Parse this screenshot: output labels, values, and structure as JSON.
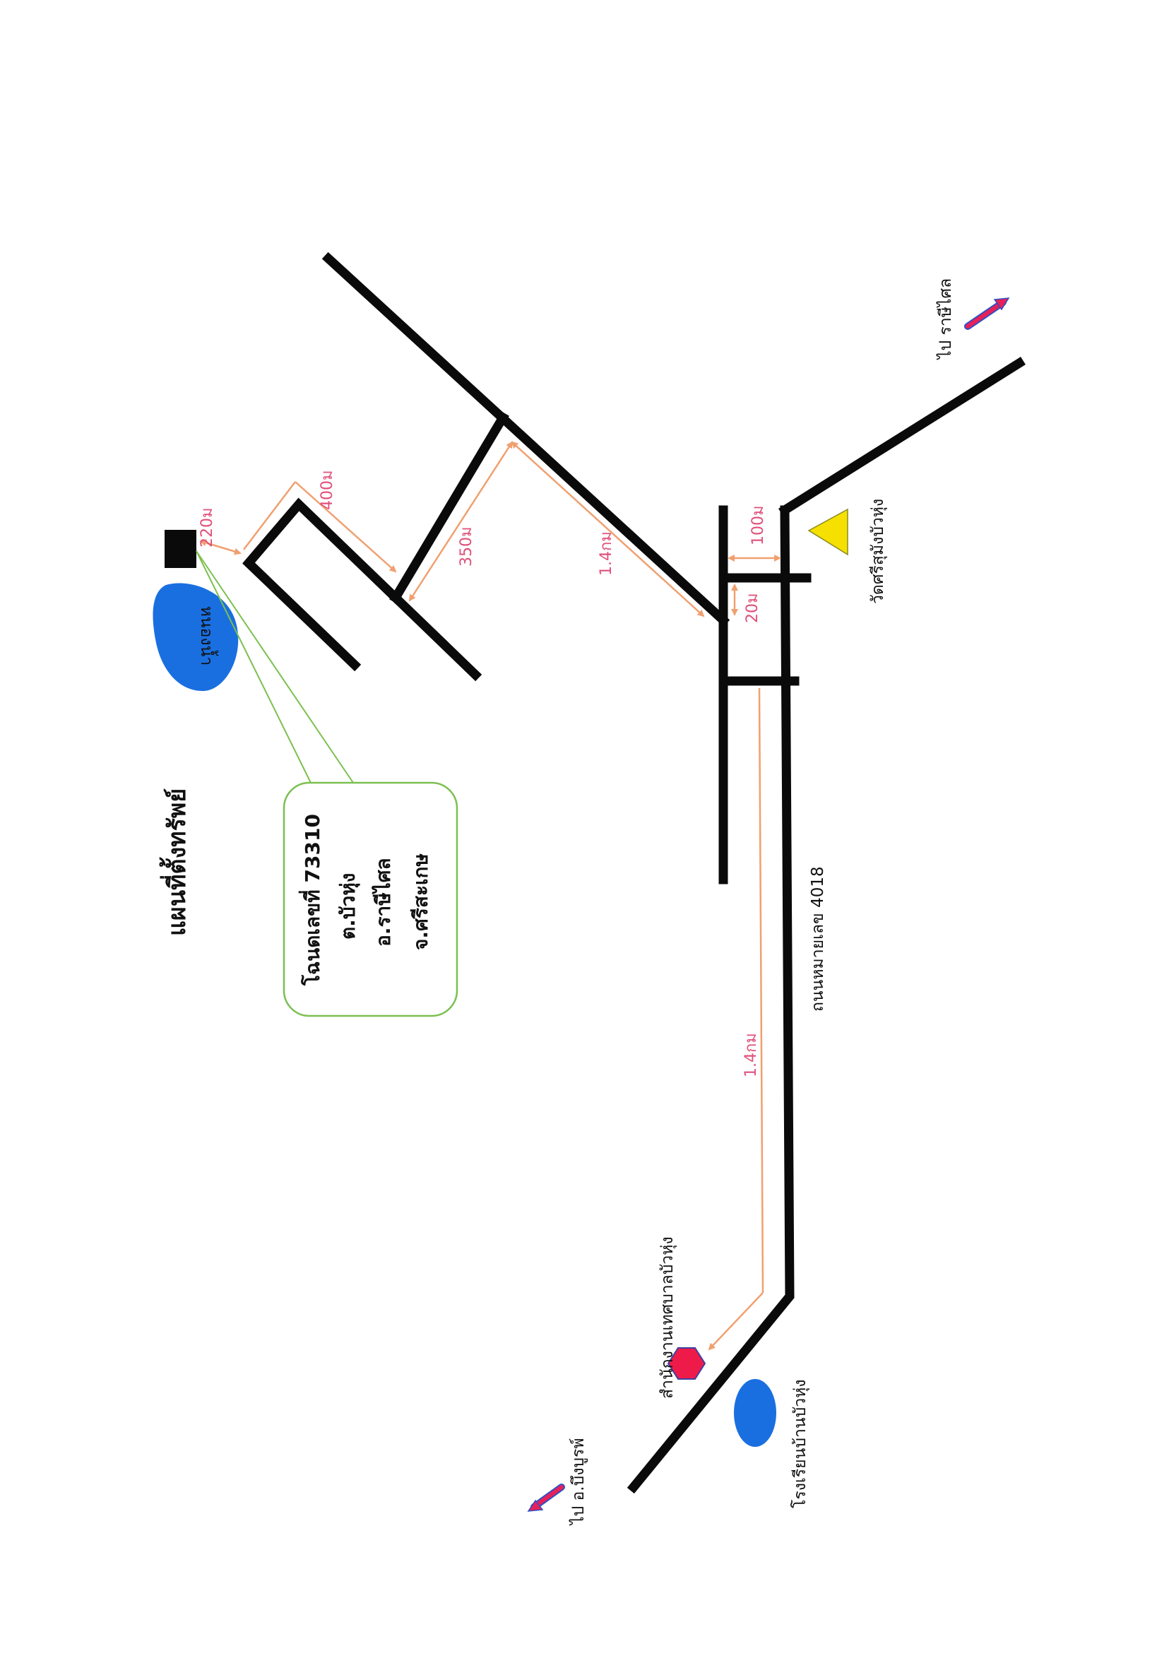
{
  "title": "แผนที่ตั้งทรัพย์",
  "property_info": {
    "line1": "โฉนดเลขที่ 73310",
    "line2": "ต.บัวหุ่ง",
    "line3": "อ.ราษีไศล",
    "line4": "จ.ศรีสะเกษ"
  },
  "landmarks": {
    "pond": "หนองน้ำ",
    "temple": "วัดศรีสุมังบัวหุ่ง",
    "municipal_office": "สำนักงานเทศบาลบัวหุ่ง",
    "school": "โรงเรียนบ้านบัวหุ่ง"
  },
  "road_name": "ถนนหมายเลข 4018",
  "directions": {
    "to_rasi_salai": "ไป ราษีไศล",
    "to_bueng_bun": "ไป อ.บึงบูรพ์"
  },
  "distances": {
    "d220": "220ม",
    "d400": "400ม",
    "d350": "350ม",
    "d1_4_upper": "1.4กม",
    "d100": "100ม",
    "d20": "20ม",
    "d1_4_lower": "1.4กม"
  },
  "colors": {
    "road": "#0a0a0a",
    "dimension_line": "#f0a070",
    "dimension_text": "#e0507a",
    "pond": "#1a6fe0",
    "temple": "#f5e000",
    "office": "#ee1a4a",
    "info_box_border": "#7cc050",
    "arrow": "#e8205a"
  }
}
